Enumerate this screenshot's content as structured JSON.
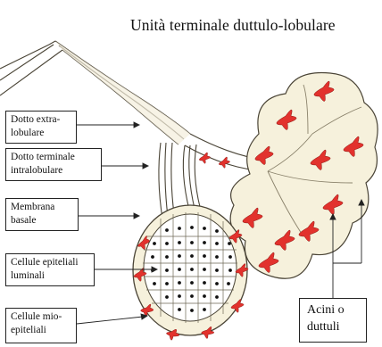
{
  "title": "Unità terminale duttulo-lobulare",
  "labels": {
    "dotto_extra": [
      "Dotto extra-",
      "lobulare"
    ],
    "dotto_terminale": [
      "Dotto terminale",
      "intralobulare"
    ],
    "membrana": [
      "Membrana",
      "basale"
    ],
    "epiteliali": [
      "Cellule epiteliali",
      "luminali"
    ],
    "mio": [
      "Cellule mio-",
      "epiteliali"
    ],
    "acini": [
      "Acini o",
      "duttuli"
    ]
  },
  "colors": {
    "acinus_fill": "#f6f1dc",
    "outline": "#4a4436",
    "myoepithelial": "#e2322d",
    "nucleus": "#111111"
  }
}
